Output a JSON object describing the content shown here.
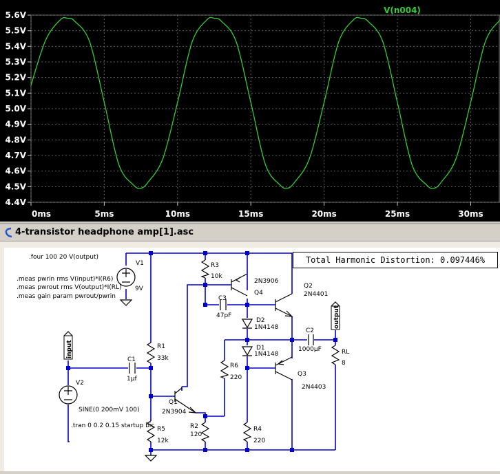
{
  "plot": {
    "trace_label": "V(n004)",
    "trace_color": "#33cc33",
    "background": "#000000",
    "y_ticks": [
      "5.6V",
      "5.5V",
      "5.4V",
      "5.3V",
      "5.2V",
      "5.1V",
      "5.0V",
      "4.9V",
      "4.8V",
      "4.7V",
      "4.6V",
      "4.5V",
      "4.4V"
    ],
    "x_ticks": [
      "0ms",
      "5ms",
      "10ms",
      "15ms",
      "20ms",
      "25ms",
      "30ms"
    ]
  },
  "chart_data": {
    "type": "line",
    "title": "",
    "xlabel": "",
    "ylabel": "",
    "xlim": [
      0,
      32
    ],
    "ylim": [
      4.4,
      5.6
    ],
    "grid": true,
    "series": [
      {
        "name": "V(n004)",
        "x": [
          0,
          1,
          2,
          2.5,
          3,
          4,
          5,
          6,
          7,
          7.5,
          8,
          9,
          10,
          11,
          12,
          12.5,
          13,
          14,
          15,
          16,
          17,
          17.5,
          18,
          19,
          20,
          21,
          22,
          22.5,
          23,
          24,
          25,
          26,
          27,
          27.5,
          28,
          29,
          30,
          31,
          32
        ],
        "y": [
          5.15,
          5.44,
          5.57,
          5.58,
          5.56,
          5.43,
          5.04,
          4.64,
          4.51,
          4.49,
          4.53,
          4.68,
          5.04,
          5.43,
          5.57,
          5.58,
          5.56,
          5.43,
          5.04,
          4.64,
          4.51,
          4.49,
          4.53,
          4.68,
          5.04,
          5.43,
          5.57,
          5.58,
          5.56,
          5.43,
          5.04,
          4.64,
          4.51,
          4.49,
          4.53,
          4.68,
          5.04,
          5.43,
          5.57
        ]
      }
    ]
  },
  "window": {
    "title": "4-transistor headphone amp[1].asc"
  },
  "thd_box": {
    "text": "Total Harmonic Distortion: 0.097446%"
  },
  "directives": {
    "four": ".four 100 20 V(output)",
    "meas1": ".meas pwrin rms V(input)*I(R6)",
    "meas2": ".meas pwrout rms V(output)*I(RL)",
    "meas3": ".meas gain param pwrout/pwrin",
    "tran": ".tran 0 0.2 0.15 startup bic"
  },
  "components": {
    "V1_name": "V1",
    "V1_value": "9V",
    "V2_name": "V2",
    "V2_value": "SINE(0 200mV 100)",
    "R1_name": "R1",
    "R1_value": "33k",
    "R2_name": "R2",
    "R2_value": "120",
    "R3_name": "R3",
    "R3_value": "10k",
    "R4_name": "R4",
    "R4_value": "220",
    "R5_name": "R5",
    "R5_value": "12k",
    "R6_name": "R6",
    "R6_value": "220",
    "RL_name": "RL",
    "RL_value": "8",
    "C1_name": "C1",
    "C1_value": "1µf",
    "C2_name": "C2",
    "C2_value": "1000µF",
    "C3_name": "C3",
    "C3_value": "47pF",
    "D1_name": "D1",
    "D1_value": "1N4148",
    "D2_name": "D2",
    "D2_value": "1N4148",
    "Q1_name": "Q1",
    "Q1_value": "2N3904",
    "Q2_name": "Q2",
    "Q2_value": "2N4401",
    "Q3_name": "Q3",
    "Q3_value": "2N4403",
    "Q4_name": "Q4",
    "Q4_value": "2N3906"
  },
  "netlabels": {
    "input": "input",
    "output": "output"
  }
}
